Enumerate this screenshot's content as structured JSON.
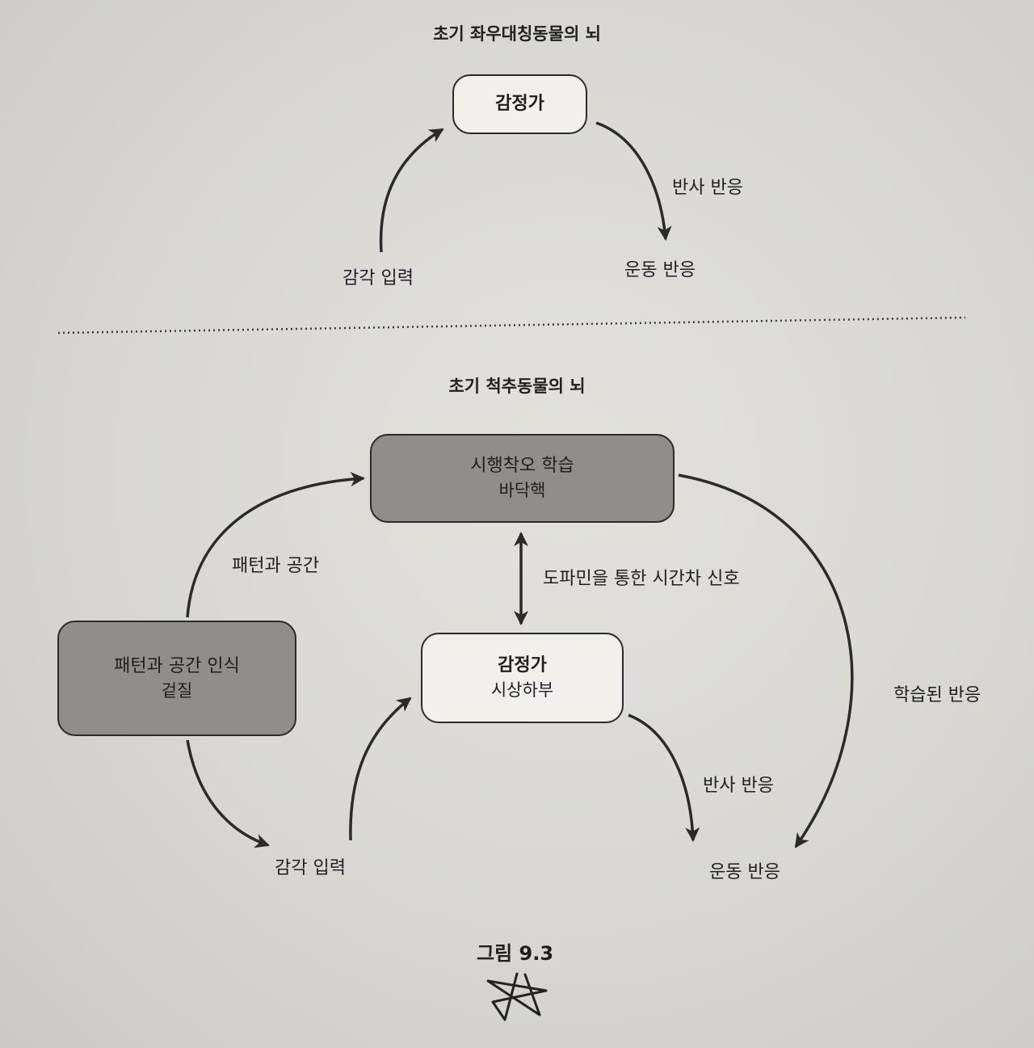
{
  "top": {
    "title": "초기 좌우대칭동물의 뇌",
    "node_emotion": {
      "main": "감정가"
    },
    "label_sensory": "감각 입력",
    "label_reflex": "반사 반응",
    "label_motor": "운동 반응"
  },
  "bottom": {
    "title": "초기 척추동물의 뇌",
    "node_basal": {
      "main": "시행착오 학습",
      "sub": "바닥핵"
    },
    "node_cortex": {
      "main": "패턴과 공간 인식",
      "sub": "겉질"
    },
    "node_emotion": {
      "main": "감정가",
      "sub": "시상하부"
    },
    "label_pattern": "패턴과 공간",
    "label_dopamine": "도파민을 통한 시간차 신호",
    "label_learned": "학습된 반응",
    "label_reflex": "반사 반응",
    "label_sensory": "감각 입력",
    "label_motor": "운동 반응"
  },
  "caption": "그림 9.3",
  "colors": {
    "gray_box": "#8f8e8c",
    "white_box": "#f1f0ec",
    "line": "#2a2a2a",
    "paper": "#d6d5d1"
  }
}
